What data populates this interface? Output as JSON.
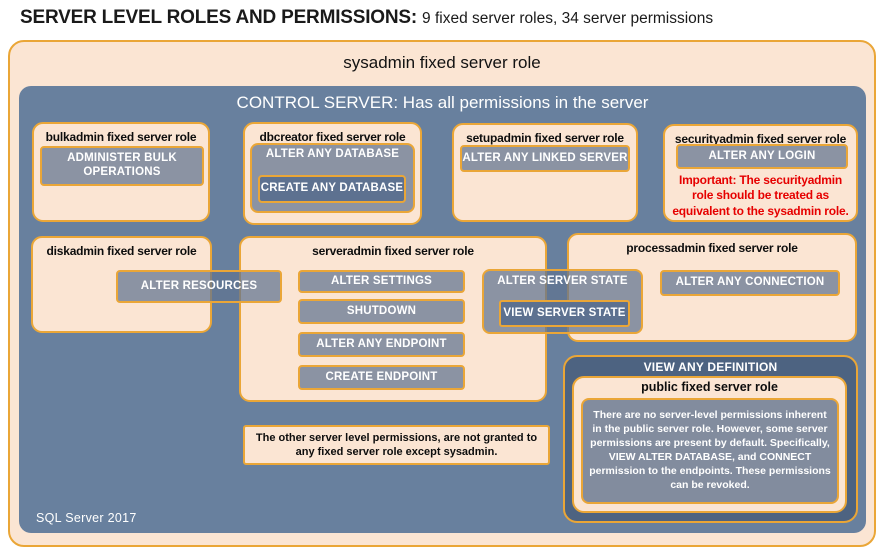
{
  "colors": {
    "peach": "#fbe5d3",
    "border_orange": "#eaa637",
    "slate_blue": "#68809e",
    "dark_slate": "#4d6381",
    "permission_fill": "#5d7190",
    "warning_red": "#e60000"
  },
  "title": {
    "main": "SERVER LEVEL ROLES AND PERMISSIONS:",
    "sub": "9 fixed server roles, 34 server permissions"
  },
  "sysadmin": {
    "label": "sysadmin fixed server role",
    "control_server": "CONTROL SERVER: Has all permissions in the server",
    "footer": "SQL Server 2017"
  },
  "roles": {
    "bulkadmin": {
      "label": "bulkadmin fixed server role",
      "permission": "ADMINISTER  BULK OPERATIONS"
    },
    "dbcreator": {
      "label": "dbcreator fixed server role",
      "permission_outer": "ALTER ANY DATABASE",
      "permission_inner": "CREATE ANY DATABASE"
    },
    "setupadmin": {
      "label": "setupadmin fixed server role",
      "permission": "ALTER ANY LINKED SERVER"
    },
    "securityadmin": {
      "label": "securityadmin fixed server role",
      "permission": "ALTER ANY LOGIN",
      "warning": "Important: The securityadmin role should be treated as equivalent to the sysadmin role."
    },
    "diskadmin": {
      "label": "diskadmin fixed server role",
      "permission": "ALTER RESOURCES"
    },
    "serveradmin": {
      "label": "serveradmin fixed server role",
      "permissions": [
        "ALTER SETTINGS",
        "SHUTDOWN",
        "ALTER ANY ENDPOINT",
        "CREATE ENDPOINT"
      ],
      "state_outer": "ALTER SERVER STATE",
      "state_inner": "VIEW SERVER STATE"
    },
    "processadmin": {
      "label": "processadmin fixed server role",
      "permission": "ALTER ANY CONNECTION"
    },
    "public": {
      "banner": "VIEW ANY DEFINITION",
      "label": "public fixed server role",
      "description": "There are no server-level permissions inherent in the public server role. However, some server permissions are present by default. Specifically, VIEW ALTER DATABASE, and CONNECT permission to the endpoints. These permissions can be revoked."
    }
  },
  "note": "The other server level permissions, are not granted to any fixed server role except sysadmin."
}
